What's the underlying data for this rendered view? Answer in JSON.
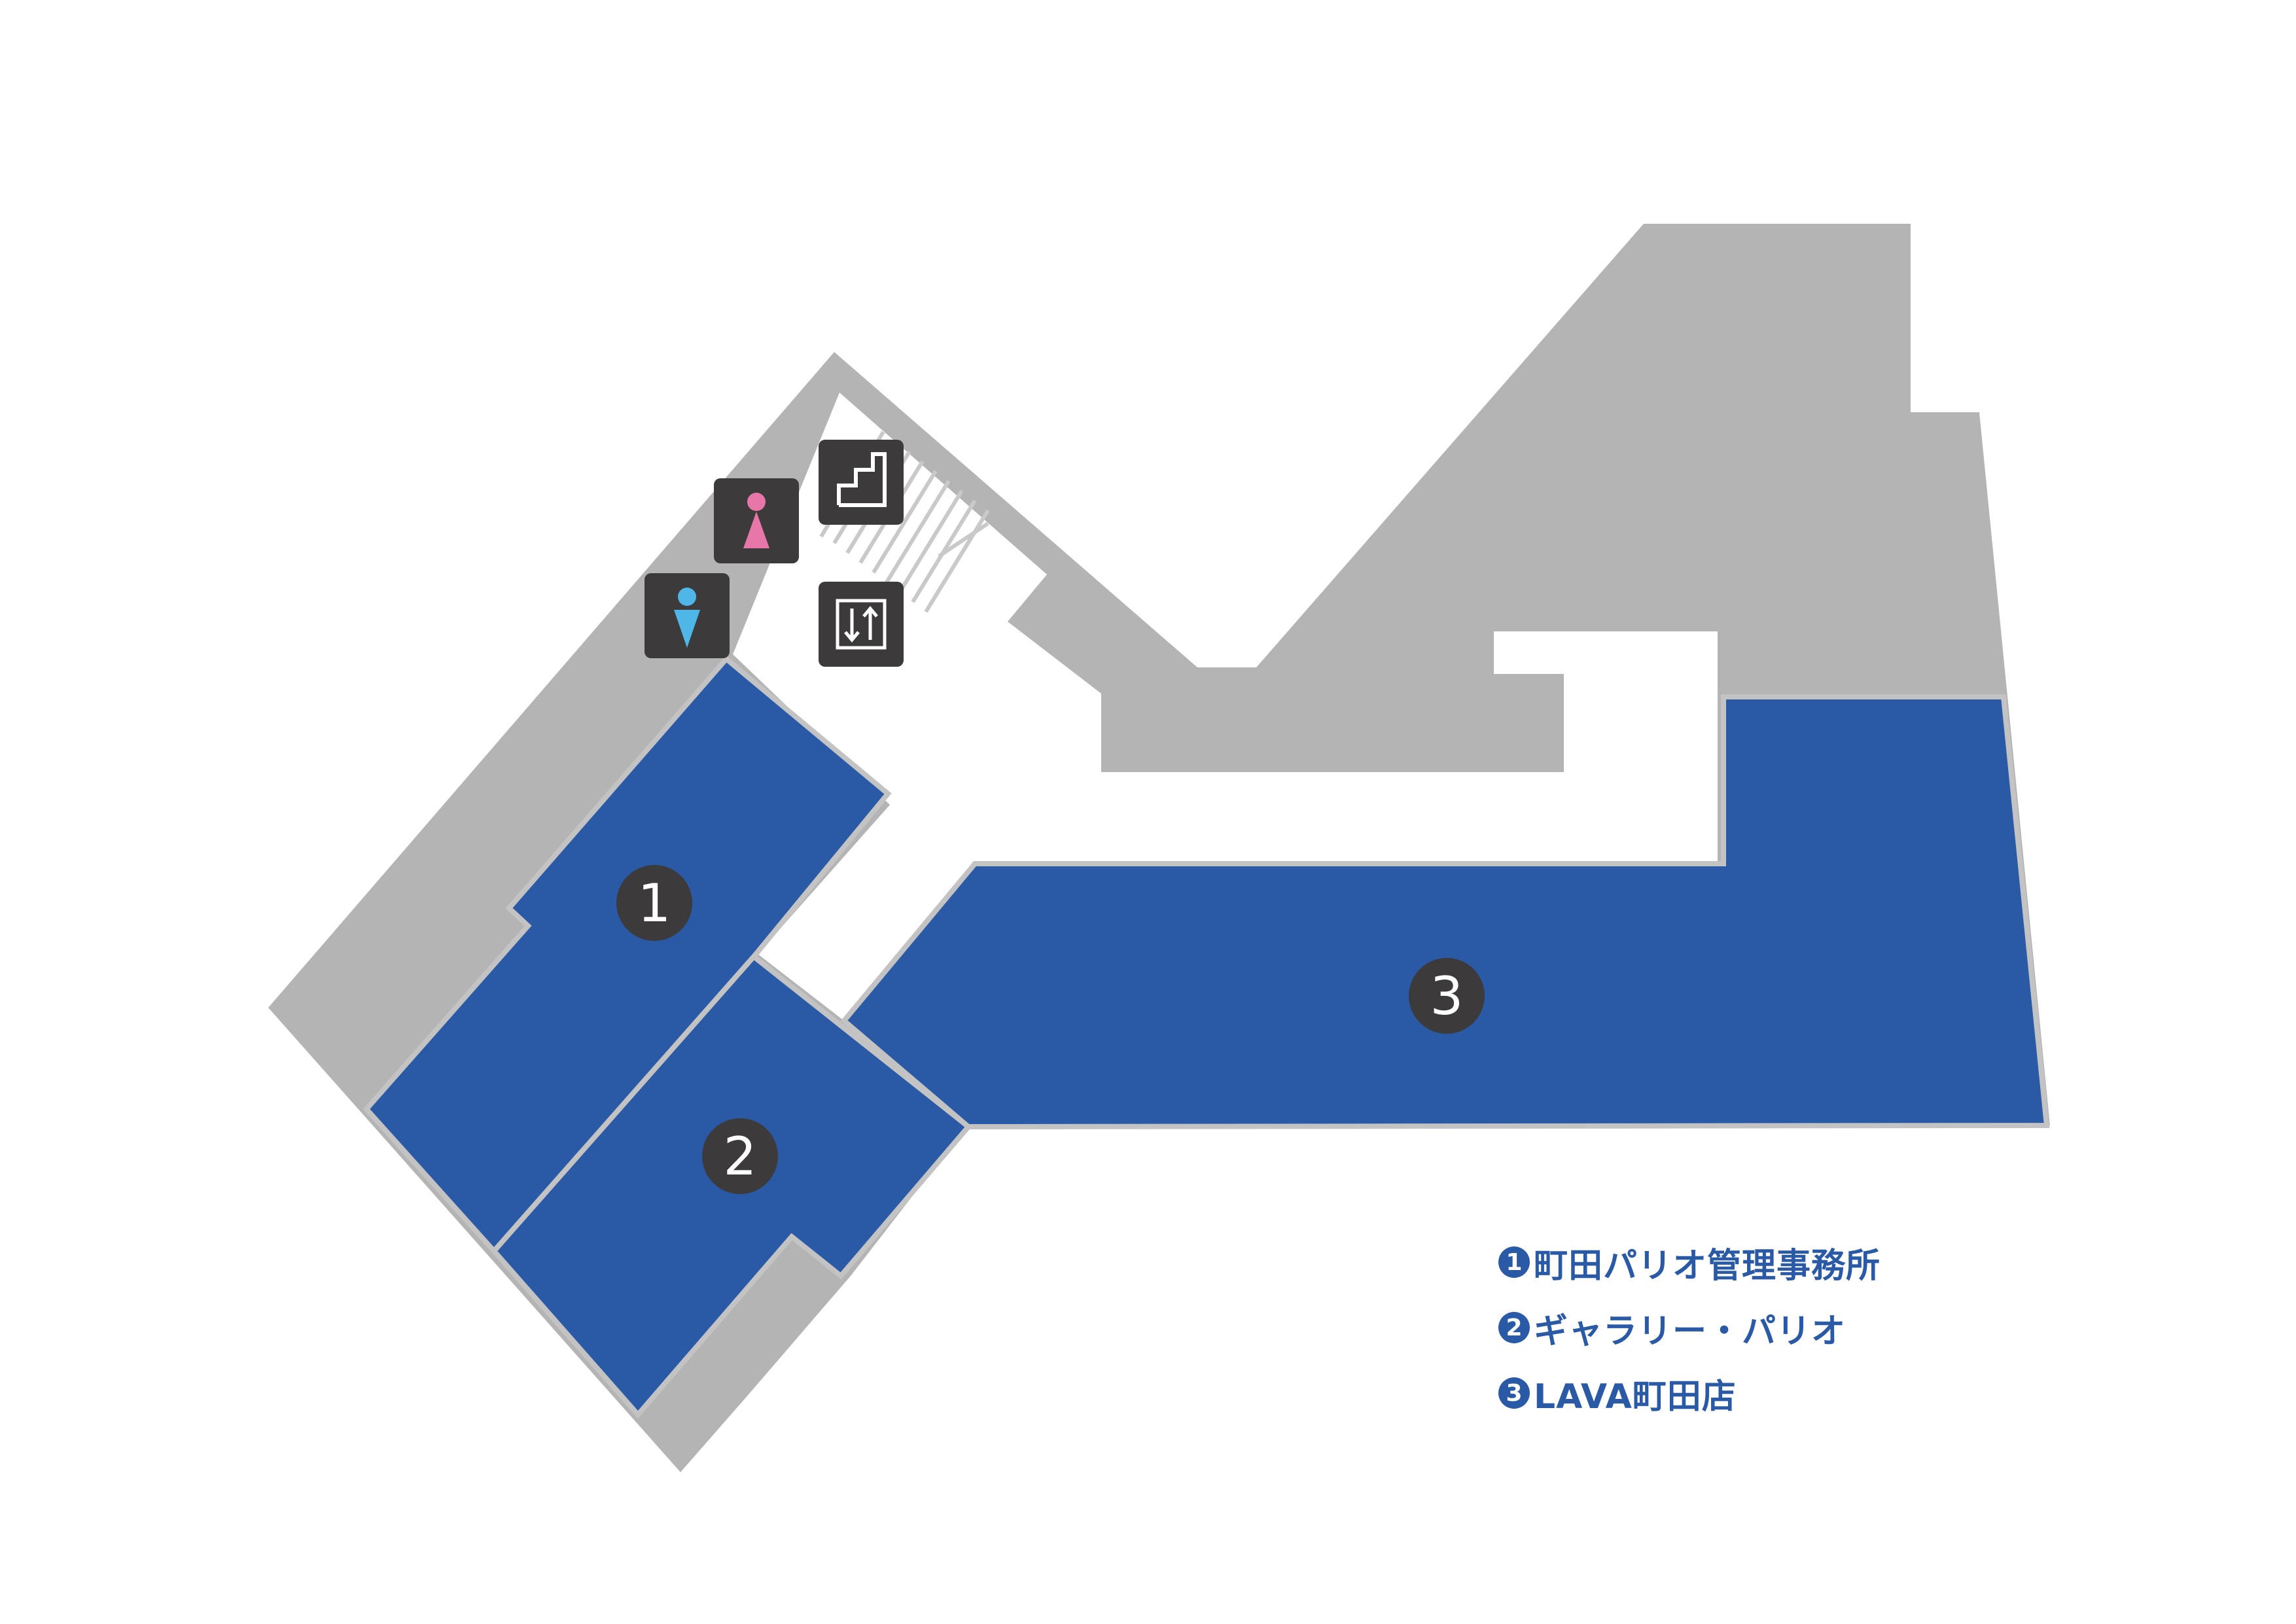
{
  "colors": {
    "background": "#ffffff",
    "floor": "#b4b4b4",
    "shop": "#2a5aa6",
    "shop_outline": "#c3c3c3",
    "badge": "#3d3a3b",
    "mens_icon": "#4fb6e8",
    "womens_icon": "#e777a9",
    "legend_text": "#2a5aa6"
  },
  "map": {
    "shops": [
      {
        "number": "1"
      },
      {
        "number": "2"
      },
      {
        "number": "3"
      }
    ],
    "facility_icons": [
      "stairs-icon",
      "womens-restroom-icon",
      "mens-restroom-icon",
      "elevator-icon"
    ]
  },
  "legend": {
    "items": [
      {
        "number": "1",
        "label": "町田パリオ管理事務所"
      },
      {
        "number": "2",
        "label": "ギャラリー・パリオ"
      },
      {
        "number": "3",
        "label": "LAVA町田店"
      }
    ]
  }
}
